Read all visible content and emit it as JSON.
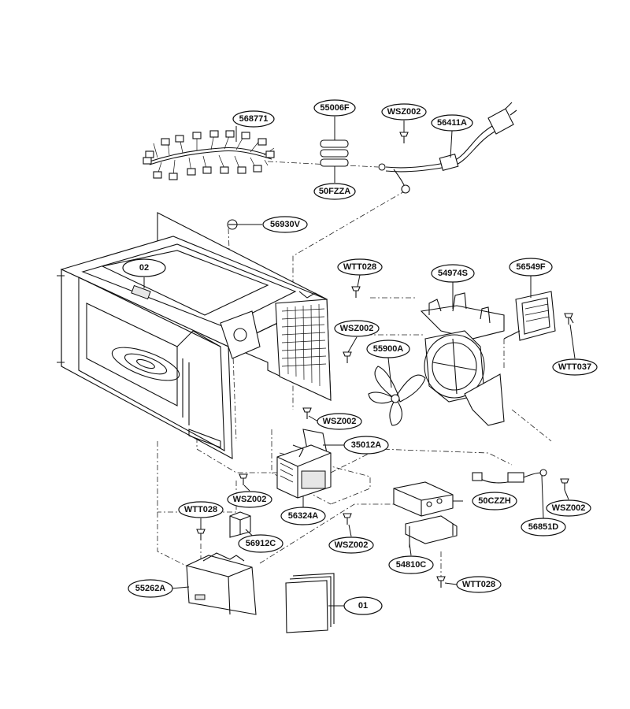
{
  "labels": {
    "p568771": "568771",
    "p55006F": "55006F",
    "pWSZ002_top": "WSZ002",
    "p56411A": "56411A",
    "p50FZZA": "50FZZA",
    "p56930V": "56930V",
    "p02": "02",
    "pWTT028_a": "WTT028",
    "p54974S": "54974S",
    "p56549F": "56549F",
    "pWSZ002_b": "WSZ002",
    "p55900A": "55900A",
    "pWTT037": "WTT037",
    "pWSZ002_c": "WSZ002",
    "p35012A": "35012A",
    "pWSZ002_d": "WSZ002",
    "p50CZZH": "50CZZH",
    "pWSZ002_e": "WSZ002",
    "pWTT028_b": "WTT028",
    "p56324A": "56324A",
    "p56851D": "56851D",
    "p56912C": "56912C",
    "pWSZ002_f": "WSZ002",
    "p54810C": "54810C",
    "p55262A": "55262A",
    "pWTT028_c": "WTT028",
    "p01": "01"
  }
}
